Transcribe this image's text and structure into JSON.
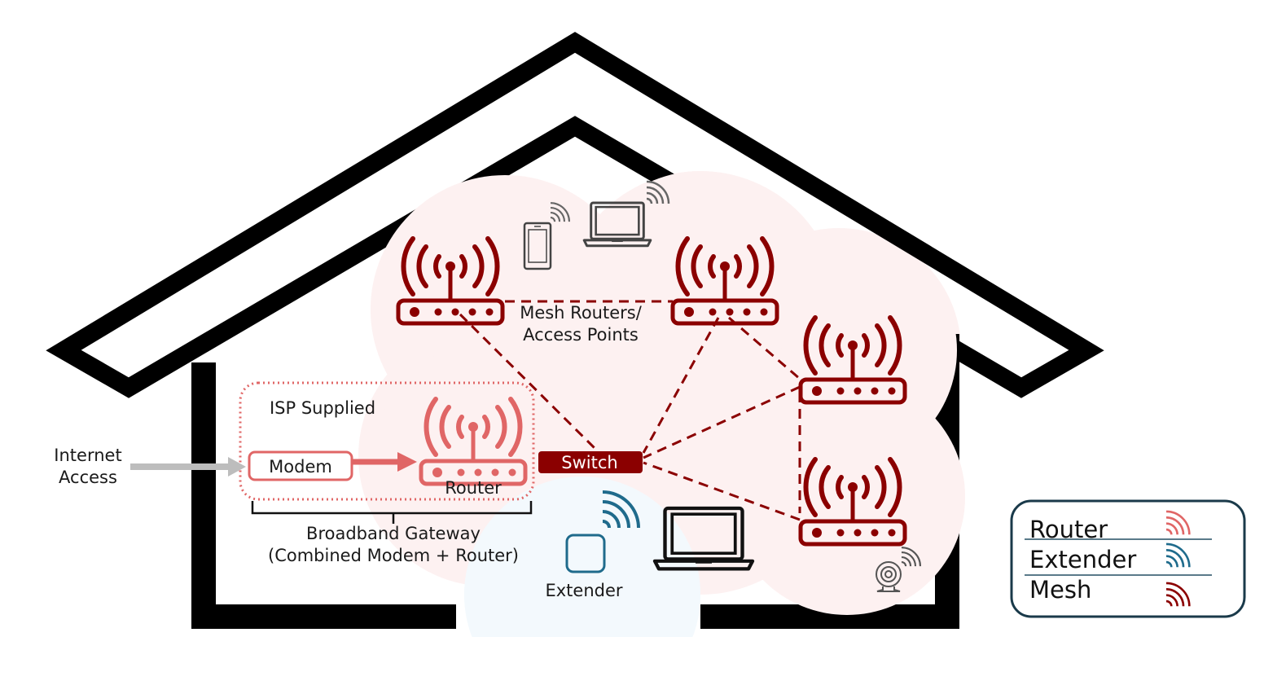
{
  "colors": {
    "mesh": "#8b0000",
    "router": "#e06666",
    "extender": "#1f6b8c",
    "house": "#000000",
    "mesh_zone": "#fdf1f1",
    "extender_zone": "#f3f9fd",
    "internet_arrow": "#bdbdbd",
    "legend_border": "#1a3a4a",
    "device": "#444444"
  },
  "labels": {
    "internet_access": [
      "Internet",
      "Access"
    ],
    "isp_supplied": "ISP Supplied",
    "modem": "Modem",
    "router": "Router",
    "switch": "Switch",
    "mesh_routers": [
      "Mesh Routers/",
      "Access Points"
    ],
    "broadband_gateway": [
      "Broadband Gateway",
      "(Combined Modem + Router)"
    ],
    "extender": "Extender"
  },
  "legend": {
    "items": [
      {
        "label": "Router",
        "icon": "wifi-signal-icon",
        "color_key": "router"
      },
      {
        "label": "Extender",
        "icon": "wifi-signal-icon",
        "color_key": "extender"
      },
      {
        "label": "Mesh",
        "icon": "wifi-signal-icon",
        "color_key": "mesh"
      }
    ]
  },
  "nodes": {
    "mesh_routers": [
      {
        "id": "mesh-1",
        "name": "mesh-router-top-left"
      },
      {
        "id": "mesh-2",
        "name": "mesh-router-top-right"
      },
      {
        "id": "mesh-3",
        "name": "mesh-router-right-upper"
      },
      {
        "id": "mesh-4",
        "name": "mesh-router-right-lower"
      }
    ],
    "devices": [
      {
        "type": "smartphone",
        "name": "smartphone-icon"
      },
      {
        "type": "laptop",
        "name": "laptop-icon-top"
      },
      {
        "type": "laptop",
        "name": "laptop-icon-bottom"
      },
      {
        "type": "webcam",
        "name": "webcam-icon"
      }
    ]
  },
  "connections": [
    {
      "from": "mesh-1",
      "to": "mesh-2",
      "style": "dashed"
    },
    {
      "from": "mesh-1",
      "to": "switch",
      "style": "dashed"
    },
    {
      "from": "mesh-2",
      "to": "switch",
      "style": "dashed"
    },
    {
      "from": "mesh-2",
      "to": "mesh-3",
      "style": "dashed"
    },
    {
      "from": "mesh-3",
      "to": "switch",
      "style": "dashed"
    },
    {
      "from": "mesh-3",
      "to": "mesh-4",
      "style": "dashed"
    },
    {
      "from": "mesh-4",
      "to": "switch",
      "style": "dashed"
    },
    {
      "from": "modem",
      "to": "router",
      "style": "arrow"
    },
    {
      "from": "internet",
      "to": "modem",
      "style": "arrow"
    }
  ]
}
